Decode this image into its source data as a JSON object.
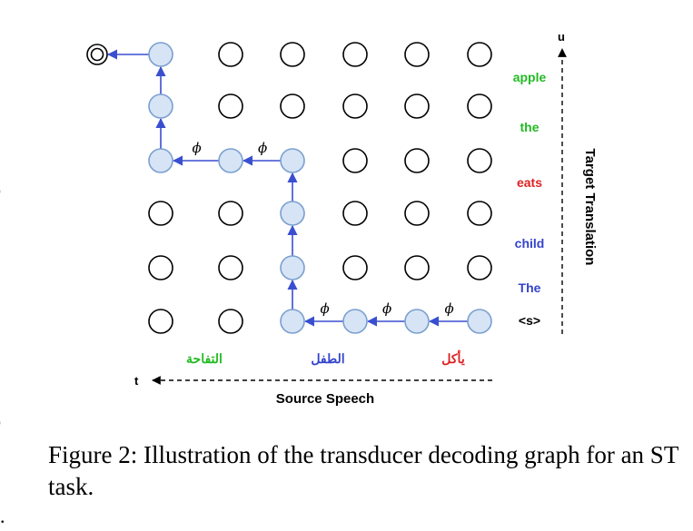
{
  "diagram": {
    "axis_u_label": "u",
    "axis_t_label": "t",
    "target_axis_title": "Target Translation",
    "source_axis_title": "Source Speech",
    "phi_symbol": "ϕ",
    "target_tokens": [
      {
        "text": "apple",
        "color": "#22bb22"
      },
      {
        "text": "the",
        "color": "#22bb22"
      },
      {
        "text": "eats",
        "color": "#dd2222"
      },
      {
        "text": "child",
        "color": "#3344cc"
      },
      {
        "text": "The",
        "color": "#3344cc"
      },
      {
        "text": "<s>",
        "color": "#000000"
      }
    ],
    "source_tokens": [
      {
        "text": "التفاحة",
        "color": "#22bb22"
      },
      {
        "text": "الطفل",
        "color": "#3344cc"
      },
      {
        "text": "يأكل",
        "color": "#dd2222"
      }
    ],
    "grid": {
      "columns": 6,
      "rows": 6
    },
    "decoding_path": [
      [
        5,
        5
      ],
      [
        4,
        5
      ],
      [
        3,
        5
      ],
      [
        2,
        5
      ],
      [
        2,
        4
      ],
      [
        2,
        3
      ],
      [
        2,
        2
      ],
      [
        1,
        2
      ],
      [
        0,
        2
      ],
      [
        0,
        1
      ],
      [
        0,
        0
      ]
    ],
    "blank_edges": [
      [
        [
          5,
          5
        ],
        [
          4,
          5
        ]
      ],
      [
        [
          4,
          5
        ],
        [
          3,
          5
        ]
      ],
      [
        [
          3,
          5
        ],
        [
          2,
          5
        ]
      ],
      [
        [
          2,
          2
        ],
        [
          1,
          2
        ]
      ],
      [
        [
          1,
          2
        ],
        [
          0,
          2
        ]
      ]
    ],
    "final_state": "double-circle",
    "edge_marks": [
      ")",
      ")",
      "."
    ]
  },
  "caption": {
    "text": "Figure 2: Illustration of the transducer decoding graph for an ST task."
  }
}
